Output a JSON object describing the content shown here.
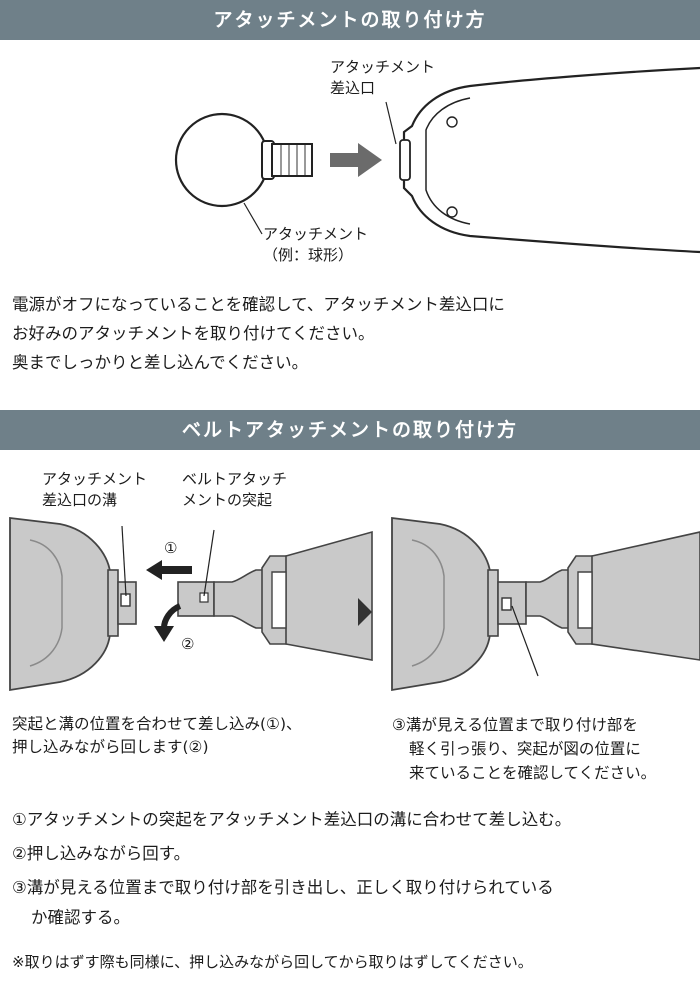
{
  "section1": {
    "title": "アタッチメントの取り付け方",
    "label_port": [
      "アタッチメント",
      "差込口"
    ],
    "label_attachment": [
      "アタッチメント",
      "（例：球形）"
    ],
    "body": [
      "電源がオフになっていることを確認して、アタッチメント差込口に",
      "お好みのアタッチメントを取り付けてください。",
      "奥までしっかりと差し込んでください。"
    ]
  },
  "section2": {
    "title": "ベルトアタッチメントの取り付け方",
    "label_groove": [
      "アタッチメント",
      "差込口の溝"
    ],
    "label_protrusion": [
      "ベルトアタッチ",
      "メントの突起"
    ],
    "marker1": "①",
    "marker2": "②",
    "caption_left": [
      "突起と溝の位置を合わせて差し込み(①)、",
      "押し込みながら回します(②)"
    ],
    "caption_right": [
      "③溝が見える位置まで取り付け部を",
      "軽く引っ張り、突起が図の位置に",
      "来ていることを確認してください。"
    ],
    "steps": [
      "①アタッチメントの突起をアタッチメント差込口の溝に合わせて差し込む。",
      "②押し込みながら回す。",
      "③溝が見える位置まで取り付け部を引き出し、正しく取り付けられている",
      "か確認する。"
    ],
    "note": "※取りはずす際も同様に、押し込みながら回してから取りはずしてください。"
  }
}
